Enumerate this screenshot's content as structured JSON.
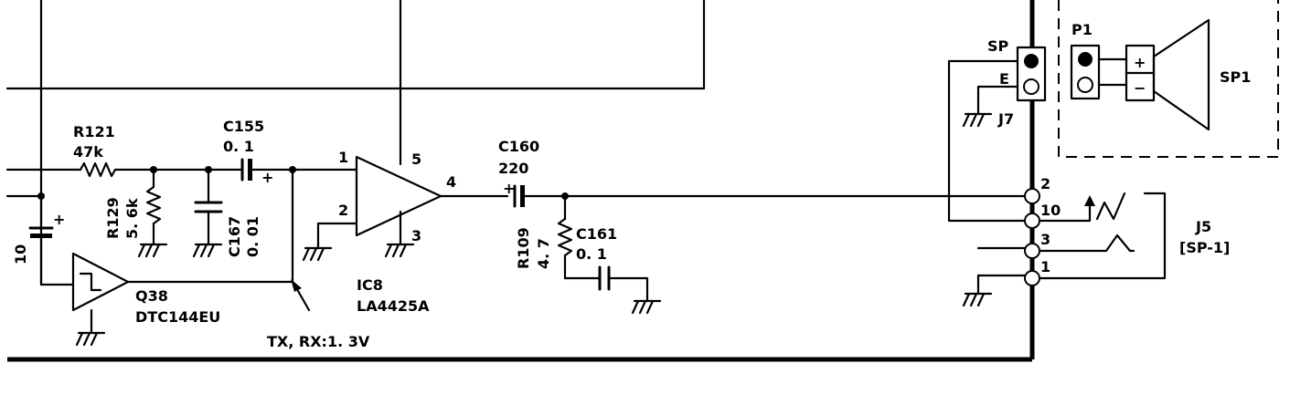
{
  "components": {
    "r121": {
      "ref": "R121",
      "value": "47k"
    },
    "c155": {
      "ref": "C155",
      "value": "0. 1"
    },
    "r129": {
      "ref": "R129",
      "value": "5. 6k"
    },
    "c167": {
      "ref": "C167",
      "value": "0. 01"
    },
    "c_left": {
      "value": "10"
    },
    "q38": {
      "ref": "Q38",
      "part": "DTC144EU"
    },
    "ic8": {
      "ref": "IC8",
      "part": "LA4425A",
      "pin1": "1",
      "pin2": "2",
      "pin3": "3",
      "pin4": "4",
      "pin5": "5"
    },
    "c160": {
      "ref": "C160",
      "value": "220"
    },
    "r109": {
      "ref": "R109",
      "value": "4. 7"
    },
    "c161": {
      "ref": "C161",
      "value": "0. 1"
    },
    "j7": {
      "ref": "J7",
      "pin_sp": "SP",
      "pin_e": "E"
    },
    "p1": {
      "ref": "P1"
    },
    "sp1": {
      "ref": "SP1",
      "plus": "+",
      "minus": "−"
    },
    "j5": {
      "ref": "J5",
      "label": "[SP-1]",
      "pin2": "2",
      "pin10": "10",
      "pin3": "3",
      "pin1": "1"
    }
  },
  "annotations": {
    "voltage": "TX, RX:1. 3V",
    "plus": "+"
  }
}
